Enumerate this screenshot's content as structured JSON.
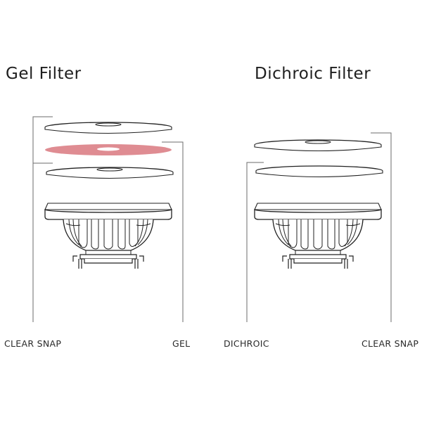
{
  "panels": {
    "gel": {
      "title": "Gel Filter",
      "left_label": "CLEAR SNAP",
      "right_label": "GEL"
    },
    "dichroic": {
      "title": "Dichroic Filter",
      "left_label": "DICHROIC",
      "right_label": "CLEAR SNAP"
    }
  },
  "colors": {
    "line": "#222222",
    "leader": "#6b6b6b",
    "gel_filter": "#df8c92"
  }
}
